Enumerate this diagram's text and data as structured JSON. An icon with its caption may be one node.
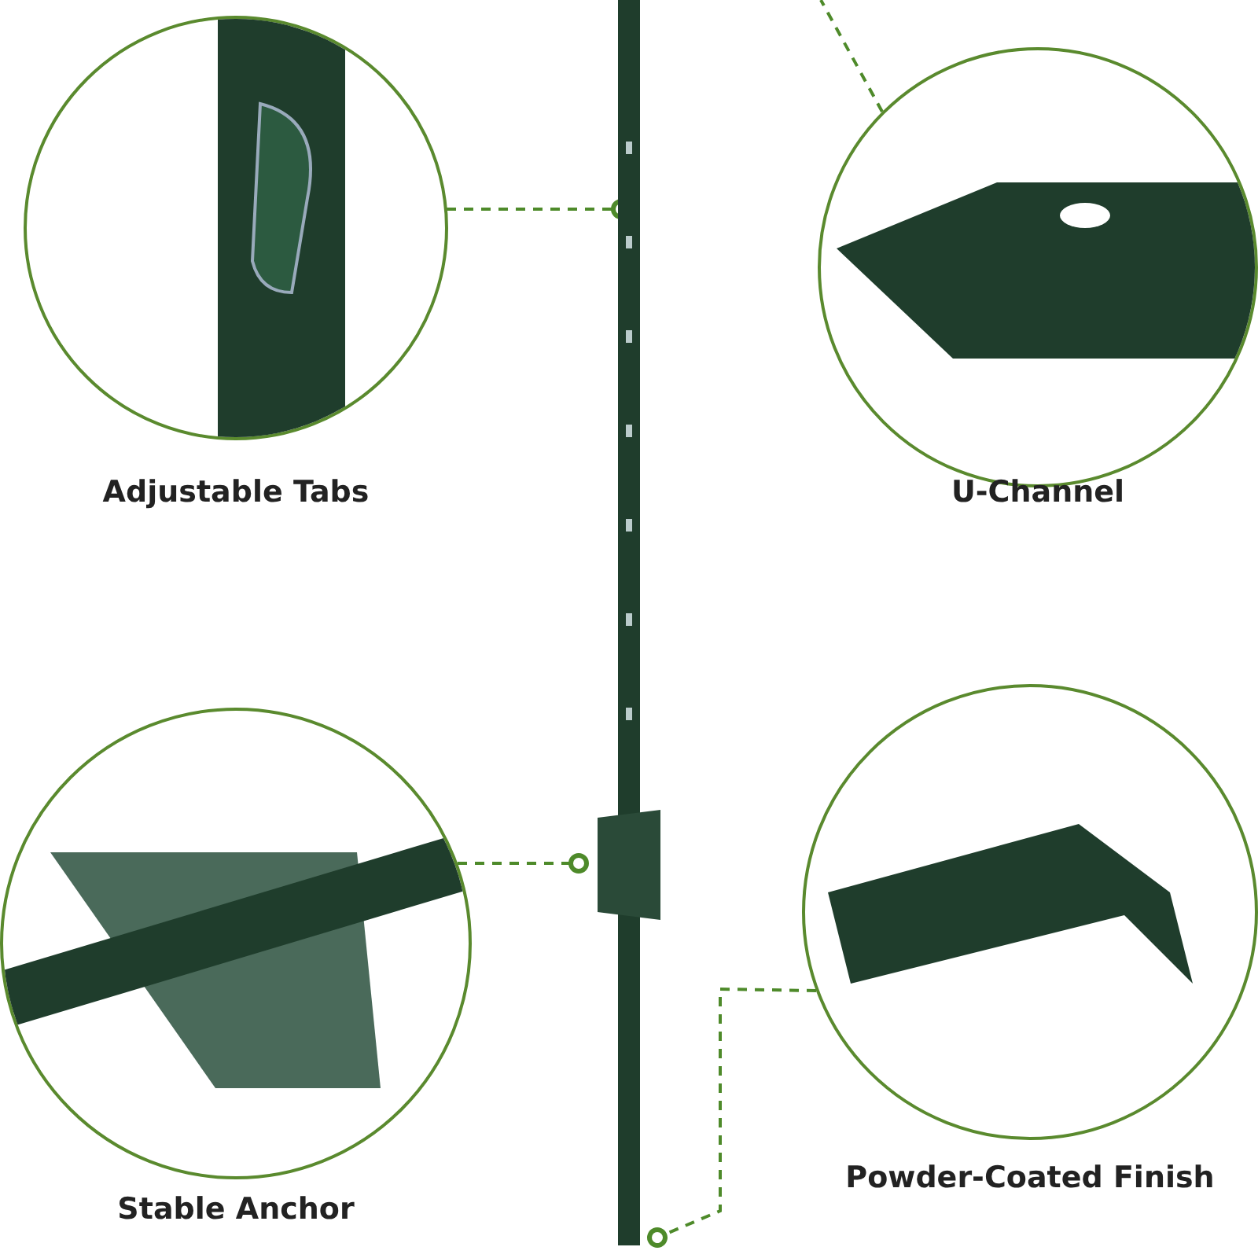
{
  "diagram": {
    "nodes": [
      {
        "text": [],
        "shape": "picture"
      },
      {
        "text": [
          "Adjustable Tabs"
        ]
      },
      {
        "text": [
          "U-Channel"
        ]
      },
      {
        "text": [
          "Stable Anchor"
        ]
      },
      {
        "text": [
          "Powder-Coated Finish"
        ]
      }
    ],
    "edges": [
      {
        "from": 1,
        "to": 0,
        "arrow": "other",
        "style": "dashed",
        "color": "#4e8a2a"
      },
      {
        "from": 2,
        "to": null,
        "arrow": "none",
        "style": "dashed",
        "color": "#4e8a2a"
      },
      {
        "from": 3,
        "to": 0,
        "arrow": "other",
        "style": "dashed",
        "color": "#4e8a2a"
      },
      {
        "from": 4,
        "to": 0,
        "arrow": "other",
        "style": "dashed",
        "color": "#4e8a2a"
      }
    ]
  }
}
